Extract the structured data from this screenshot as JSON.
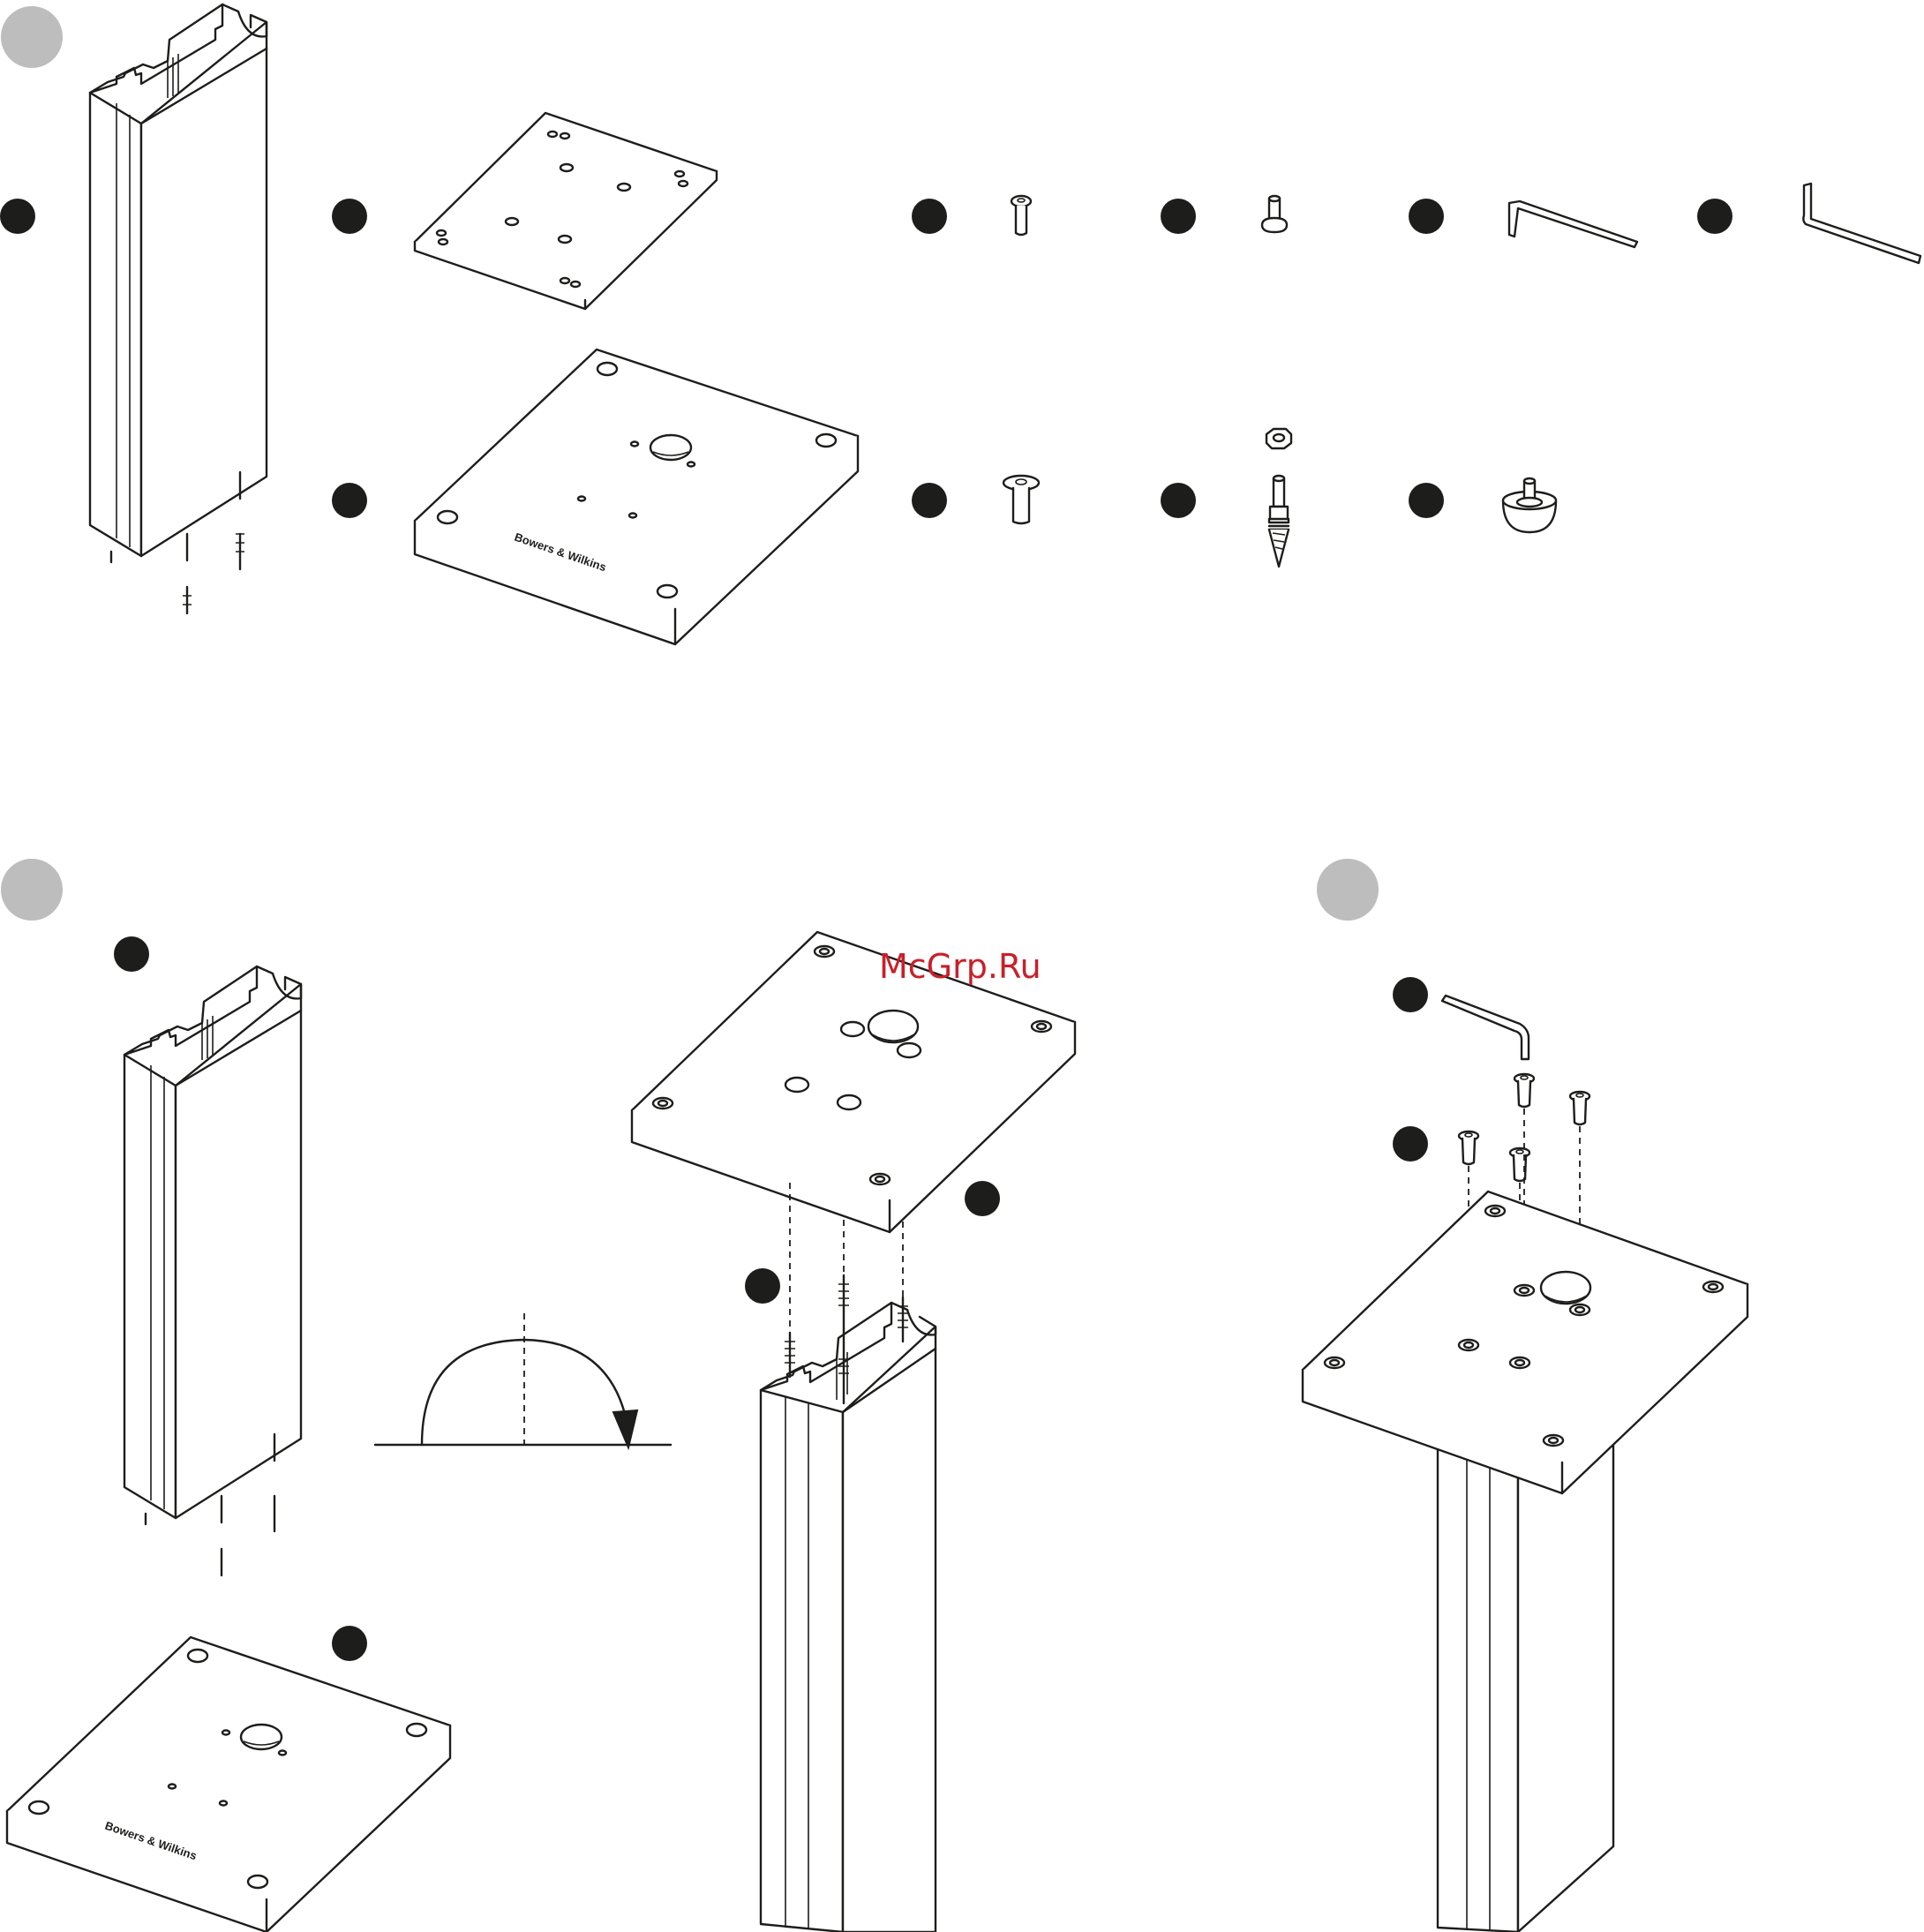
{
  "watermark": "McGrp.Ru",
  "brand_mark": "Bowers & Wilkins",
  "colors": {
    "line": "#1d1d1b",
    "step_marker": "#bdbdbd",
    "callout": "#1d1d1b",
    "watermark": "#c8202a"
  },
  "icons": [
    "step-marker",
    "callout-marker",
    "rotate-arrow-icon",
    "allen-key-icon",
    "screw-icon",
    "spike-icon",
    "foot-icon",
    "nut-icon"
  ]
}
